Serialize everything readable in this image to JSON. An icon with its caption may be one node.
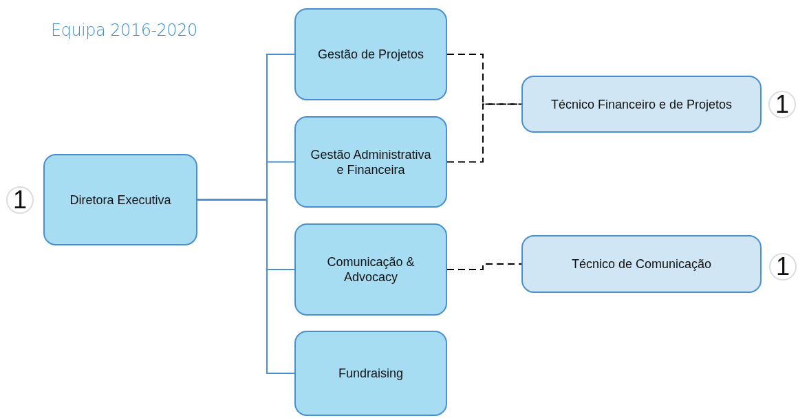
{
  "diagram": {
    "title": "Equipa 2016-2020",
    "nodes": [
      {
        "text": [
          "Diretora Executiva"
        ],
        "beside": [
          "1"
        ]
      },
      {
        "text": [
          "Gestão de Projetos"
        ]
      },
      {
        "text": [
          "Gestão Administrativa e Financeira"
        ]
      },
      {
        "text": [
          "Comunicação & Advocacy"
        ]
      },
      {
        "text": [
          "Fundraising"
        ]
      },
      {
        "text": [
          "Técnico Financeiro e de Projetos"
        ],
        "beside": [
          "1"
        ]
      },
      {
        "text": [
          "Técnico de Comunicação"
        ],
        "beside": [
          "1"
        ]
      }
    ],
    "edges": [
      {
        "from": 0,
        "to": 1,
        "arrow": "none"
      },
      {
        "from": 0,
        "to": 2,
        "arrow": "none"
      },
      {
        "from": 0,
        "to": 3,
        "arrow": "none"
      },
      {
        "from": 0,
        "to": 4,
        "arrow": "none"
      },
      {
        "from": 1,
        "to": 5,
        "arrow": "none",
        "style": "dashed",
        "color": "#000000"
      },
      {
        "from": 2,
        "to": 5,
        "arrow": "none",
        "style": "dashed",
        "color": "#000000"
      },
      {
        "from": 3,
        "to": 6,
        "arrow": "none",
        "style": "dashed",
        "color": "#000000"
      }
    ]
  }
}
